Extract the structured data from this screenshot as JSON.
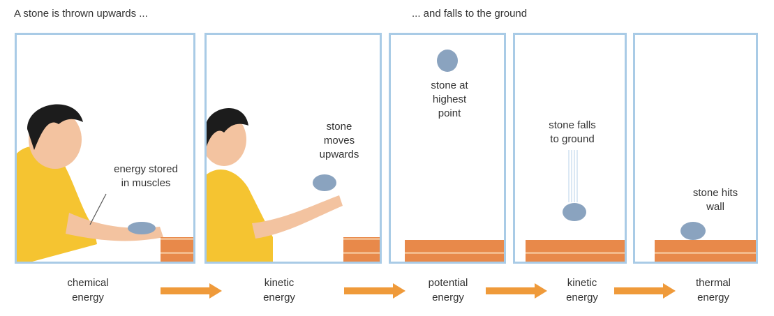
{
  "captions": {
    "left": "A stone is thrown upwards ...",
    "right": "... and falls to the ground"
  },
  "panels": [
    {
      "text": "energy stored\nin muscles"
    },
    {
      "text": "stone\nmoves\nupwards"
    },
    {
      "text": "stone at\nhighest\npoint"
    },
    {
      "text": "stone falls\nto ground"
    },
    {
      "text": "stone hits\nwall"
    }
  ],
  "energy_labels": [
    "chemical\nenergy",
    "kinetic\nenergy",
    "potential\nenergy",
    "kinetic\nenergy",
    "thermal\nenergy"
  ],
  "colors": {
    "frame": "#a9cbe6",
    "arrow": "#ef9a3a",
    "brick": "#e8894a",
    "shirt": "#f5c431",
    "skin": "#f3c3a0",
    "hair": "#1c1c1c",
    "stone": "#8aa3bf"
  },
  "icons": [
    "person-figure",
    "stone-icon",
    "brick-wall-icon",
    "arrow-right-icon"
  ]
}
